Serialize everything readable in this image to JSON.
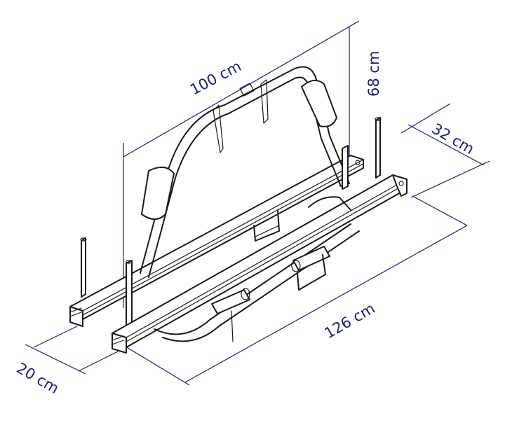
{
  "colors": {
    "dimension": "#1f1f6e",
    "outline": "#1a1a1a",
    "background": "#ffffff"
  },
  "dimensions": {
    "length": "100 cm",
    "height": "68 cm",
    "depth": "32 cm",
    "width": "126 cm",
    "foot": "20 cm"
  }
}
